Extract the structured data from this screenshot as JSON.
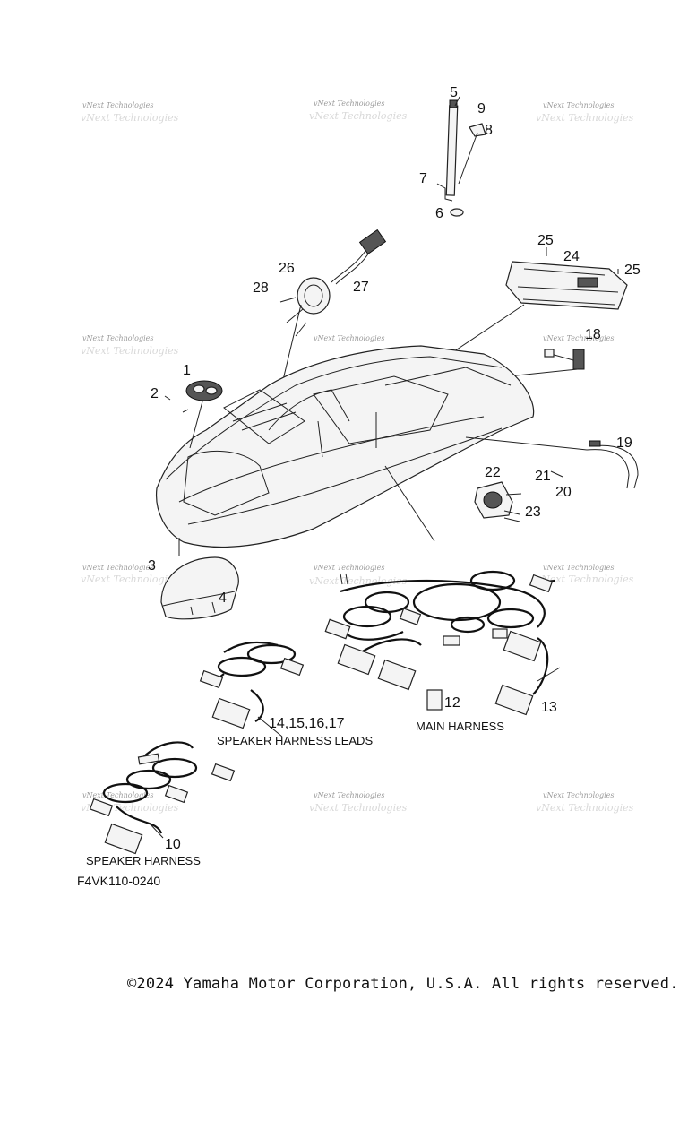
{
  "diagram": {
    "callouts": [
      "1",
      "2",
      "3",
      "4",
      "5",
      "6",
      "7",
      "8",
      "9",
      "10",
      "12",
      "13",
      "14,15,16,17",
      "18",
      "19",
      "20",
      "21",
      "22",
      "23",
      "24",
      "25",
      "25",
      "26",
      "27",
      "28"
    ],
    "captions": {
      "speaker_harness_leads": "SPEAKER HARNESS LEADS",
      "main_harness": "MAIN HARNESS",
      "speaker_harness": "SPEAKER HARNESS"
    },
    "watermark": "vNext Technologies"
  },
  "footer": {
    "figure_code": "F4VK110-0240",
    "copyright": "©2024 Yamaha Motor Corporation, U.S.A. All rights reserved."
  }
}
